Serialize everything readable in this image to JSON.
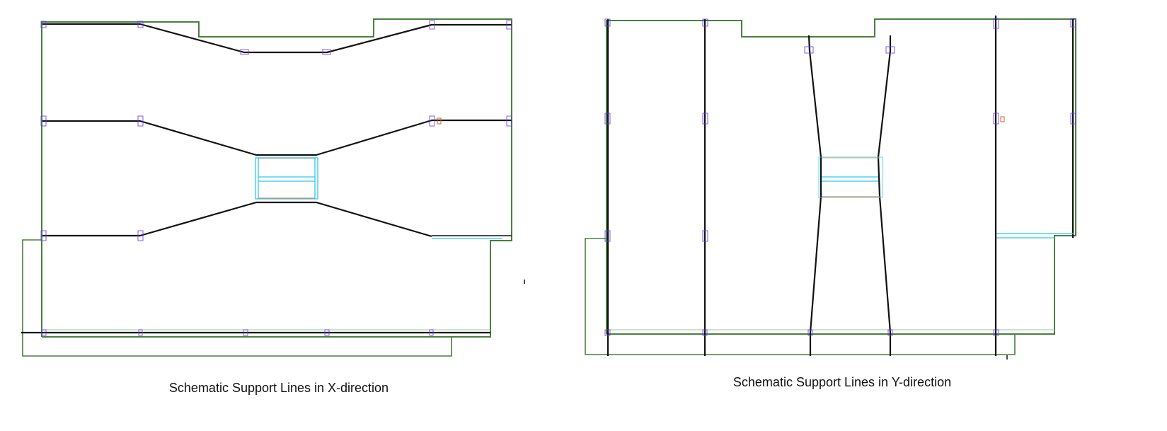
{
  "diagrams": [
    {
      "caption": "Schematic Support Lines in X-direction",
      "direction": "X"
    },
    {
      "caption": "Schematic Support Lines in Y-direction",
      "direction": "Y"
    }
  ],
  "colors": {
    "slab_outline": "#4a7f3f",
    "support_line": "#111111",
    "column": "#6a3cf0",
    "opening": "#2fc8f0",
    "opening_edge": "#d08a5c"
  }
}
